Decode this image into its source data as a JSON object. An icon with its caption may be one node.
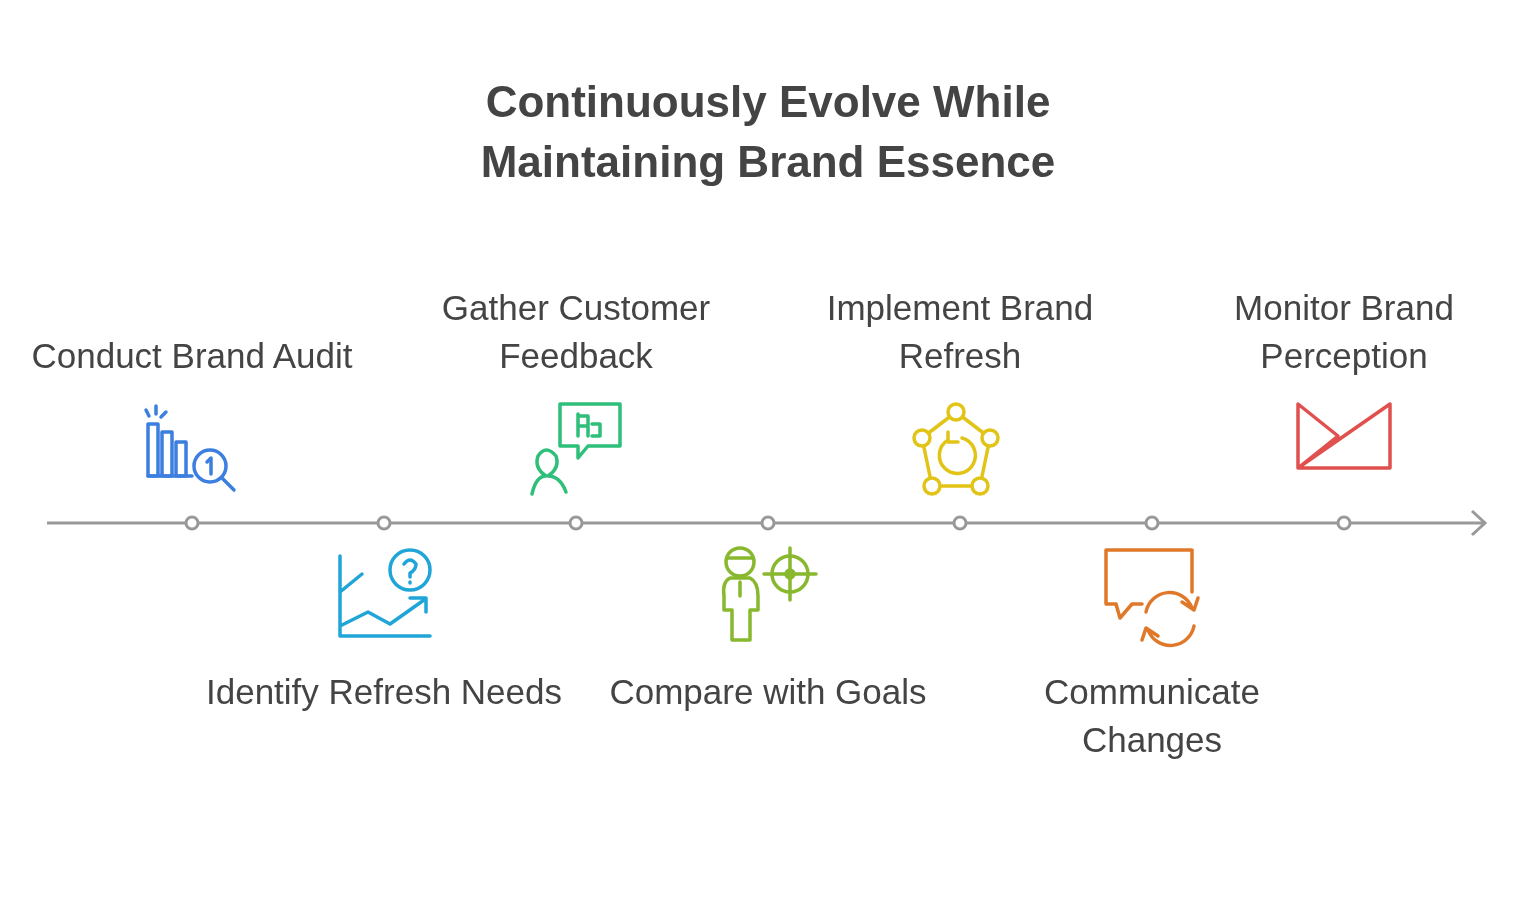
{
  "diagram": {
    "title": "Continuously Evolve While Maintaining Brand Essence",
    "nodes": [
      {
        "text": [
          "Conduct Brand Audit"
        ]
      },
      {
        "text": [
          "Identify Refresh Needs"
        ]
      },
      {
        "text": [
          "Gather Customer Feedback"
        ]
      },
      {
        "text": [
          "Compare with Goals"
        ]
      },
      {
        "text": [
          "Implement Brand Refresh"
        ]
      },
      {
        "text": [
          "Communicate Changes"
        ]
      },
      {
        "text": [
          "Monitor Brand Perception"
        ]
      }
    ],
    "edges": []
  }
}
